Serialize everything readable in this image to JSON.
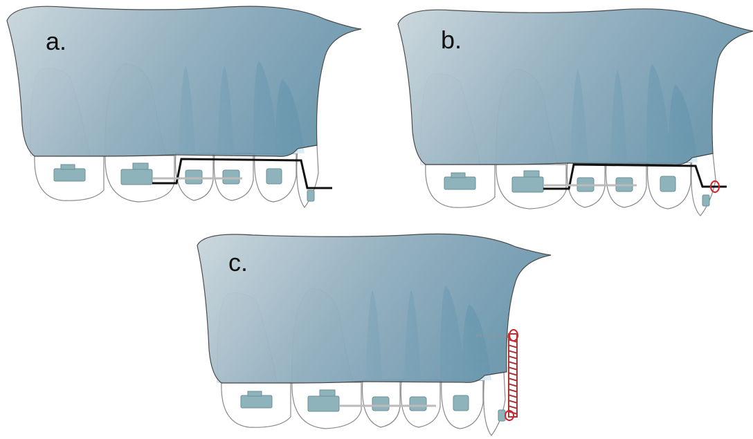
{
  "panels": {
    "a": {
      "label": "a."
    },
    "b": {
      "label": "b."
    },
    "c": {
      "label": "c."
    }
  },
  "colors": {
    "maxilla_dark": "#5f8ea6",
    "maxilla_light": "#c6d3d9",
    "tooth_fill": "#ffffff",
    "root_blue": "#7ab9dc",
    "bracket": "#8fb3ba",
    "archwire": "#111111",
    "elastic_red": "#d9202a",
    "coil_spring": "#a33a3a"
  },
  "icons": [
    "maxilla-shape",
    "tooth",
    "bracket",
    "molar-tube",
    "archwire",
    "elastic-ligature",
    "coil-spring",
    "mini-screw"
  ]
}
